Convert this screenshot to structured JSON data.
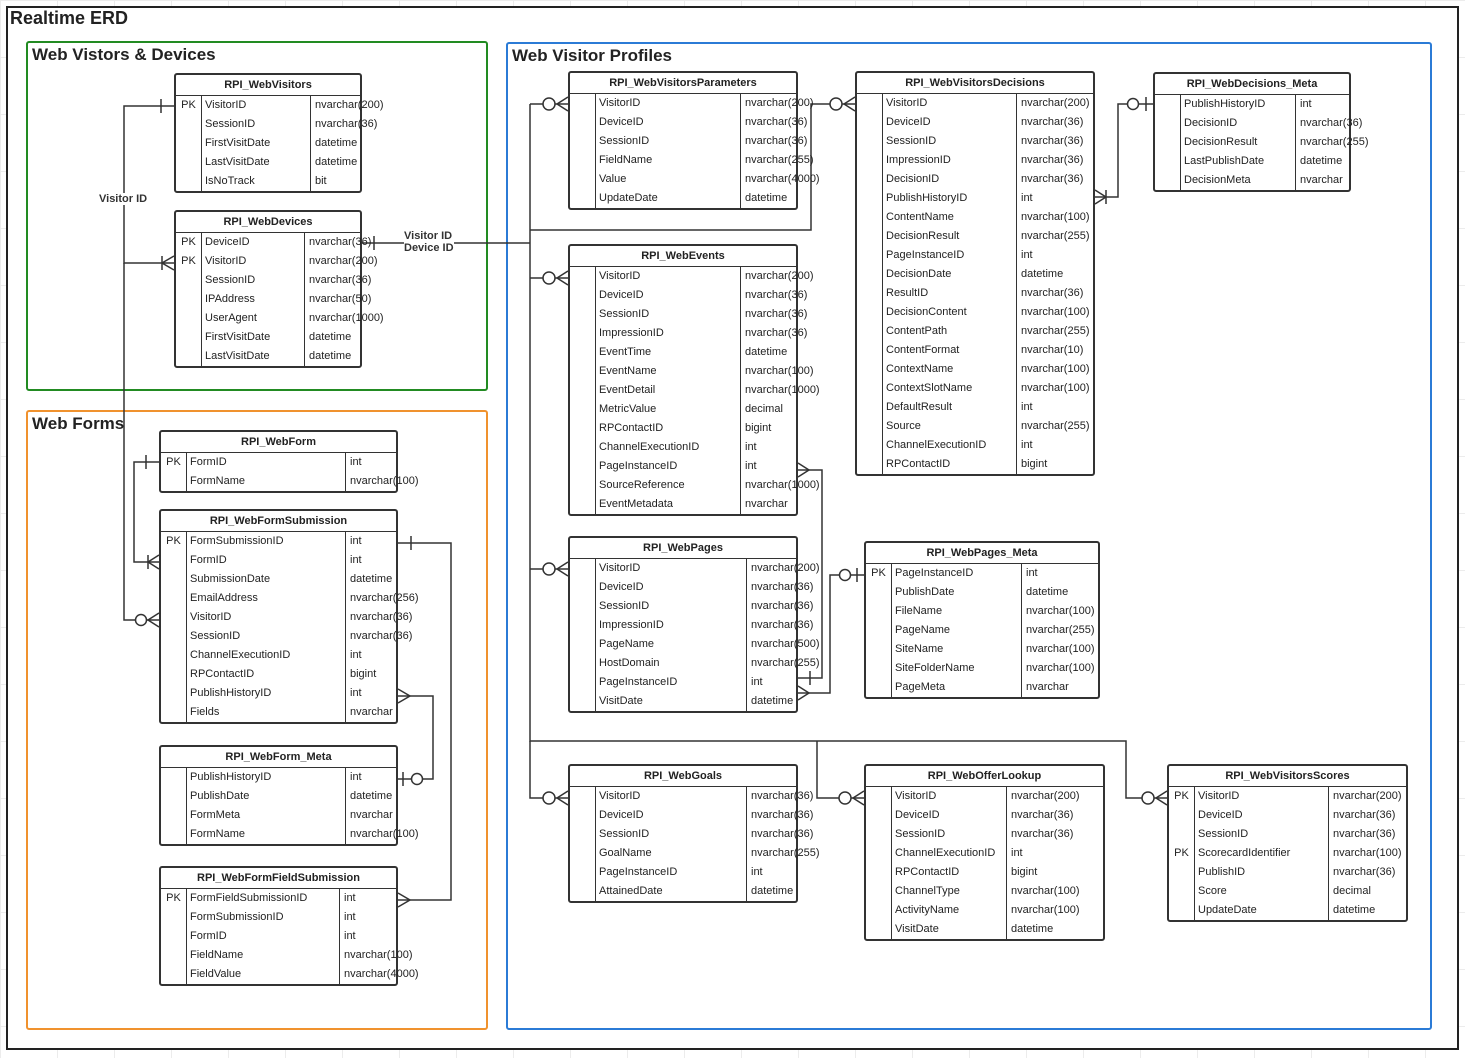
{
  "title": "Realtime ERD",
  "groups": {
    "visitors": "Web Vistors & Devices",
    "forms": "Web Forms",
    "profiles": "Web Visitor Profiles"
  },
  "colors": {
    "visitors": "#228b22",
    "forms": "#f0922e",
    "profiles": "#2b7bd6"
  },
  "labels": {
    "visitor_id": "Visitor ID",
    "visitor_id_2": "Visitor ID",
    "device_id": "Device ID"
  },
  "tables": {
    "web_visitors": {
      "name": "RPI_WebVisitors",
      "rows": [
        {
          "key": "PK",
          "field": "VisitorID",
          "type": "nvarchar(200)"
        },
        {
          "key": "",
          "field": "SessionID",
          "type": "nvarchar(36)"
        },
        {
          "key": "",
          "field": "FirstVisitDate",
          "type": "datetime"
        },
        {
          "key": "",
          "field": "LastVisitDate",
          "type": "datetime"
        },
        {
          "key": "",
          "field": "IsNoTrack",
          "type": "bit"
        }
      ]
    },
    "web_devices": {
      "name": "RPI_WebDevices",
      "rows": [
        {
          "key": "PK",
          "field": "DeviceID",
          "type": "nvarchar(36)"
        },
        {
          "key": "PK",
          "field": "VisitorID",
          "type": "nvarchar(200)"
        },
        {
          "key": "",
          "field": "SessionID",
          "type": "nvarchar(36)"
        },
        {
          "key": "",
          "field": "IPAddress",
          "type": "nvarchar(50)"
        },
        {
          "key": "",
          "field": "UserAgent",
          "type": "nvarchar(1000)"
        },
        {
          "key": "",
          "field": "FirstVisitDate",
          "type": "datetime"
        },
        {
          "key": "",
          "field": "LastVisitDate",
          "type": "datetime"
        }
      ]
    },
    "web_form": {
      "name": "RPI_WebForm",
      "rows": [
        {
          "key": "PK",
          "field": "FormID",
          "type": "int"
        },
        {
          "key": "",
          "field": "FormName",
          "type": "nvarchar(100)"
        }
      ]
    },
    "web_form_submission": {
      "name": "RPI_WebFormSubmission",
      "rows": [
        {
          "key": "PK",
          "field": "FormSubmissionID",
          "type": "int"
        },
        {
          "key": "",
          "field": "FormID",
          "type": "int"
        },
        {
          "key": "",
          "field": "SubmissionDate",
          "type": "datetime"
        },
        {
          "key": "",
          "field": "EmailAddress",
          "type": "nvarchar(256)"
        },
        {
          "key": "",
          "field": "VisitorID",
          "type": "nvarchar(36)"
        },
        {
          "key": "",
          "field": "SessionID",
          "type": "nvarchar(36)"
        },
        {
          "key": "",
          "field": "ChannelExecutionID",
          "type": "int"
        },
        {
          "key": "",
          "field": "RPContactID",
          "type": "bigint"
        },
        {
          "key": "",
          "field": "PublishHistoryID",
          "type": "int"
        },
        {
          "key": "",
          "field": "Fields",
          "type": "nvarchar"
        }
      ]
    },
    "web_form_meta": {
      "name": "RPI_WebForm_Meta",
      "rows": [
        {
          "key": "",
          "field": "PublishHistoryID",
          "type": "int"
        },
        {
          "key": "",
          "field": "PublishDate",
          "type": "datetime"
        },
        {
          "key": "",
          "field": "FormMeta",
          "type": "nvarchar"
        },
        {
          "key": "",
          "field": "FormName",
          "type": "nvarchar(100)"
        }
      ]
    },
    "web_form_field_submission": {
      "name": "RPI_WebFormFieldSubmission",
      "rows": [
        {
          "key": "PK",
          "field": "FormFieldSubmissionID",
          "type": "int"
        },
        {
          "key": "",
          "field": "FormSubmissionID",
          "type": "int"
        },
        {
          "key": "",
          "field": "FormID",
          "type": "int"
        },
        {
          "key": "",
          "field": "FieldName",
          "type": "nvarchar(100)"
        },
        {
          "key": "",
          "field": "FieldValue",
          "type": "nvarchar(4000)"
        }
      ]
    },
    "web_visitors_parameters": {
      "name": "RPI_WebVisitorsParameters",
      "rows": [
        {
          "key": "",
          "field": "VisitorID",
          "type": "nvarchar(200)"
        },
        {
          "key": "",
          "field": "DeviceID",
          "type": "nvarchar(36)"
        },
        {
          "key": "",
          "field": "SessionID",
          "type": "nvarchar(36)"
        },
        {
          "key": "",
          "field": "FieldName",
          "type": "nvarchar(255)"
        },
        {
          "key": "",
          "field": "Value",
          "type": "nvarchar(4000)"
        },
        {
          "key": "",
          "field": "UpdateDate",
          "type": "datetime"
        }
      ]
    },
    "web_events": {
      "name": "RPI_WebEvents",
      "rows": [
        {
          "key": "",
          "field": "VisitorID",
          "type": "nvarchar(200)"
        },
        {
          "key": "",
          "field": "DeviceID",
          "type": "nvarchar(36)"
        },
        {
          "key": "",
          "field": "SessionID",
          "type": "nvarchar(36)"
        },
        {
          "key": "",
          "field": "ImpressionID",
          "type": "nvarchar(36)"
        },
        {
          "key": "",
          "field": "EventTime",
          "type": "datetime"
        },
        {
          "key": "",
          "field": "EventName",
          "type": "nvarchar(100)"
        },
        {
          "key": "",
          "field": "EventDetail",
          "type": "nvarchar(1000)"
        },
        {
          "key": "",
          "field": "MetricValue",
          "type": "decimal"
        },
        {
          "key": "",
          "field": "RPContactID",
          "type": "bigint"
        },
        {
          "key": "",
          "field": "ChannelExecutionID",
          "type": "int"
        },
        {
          "key": "",
          "field": "PageInstanceID",
          "type": "int"
        },
        {
          "key": "",
          "field": "SourceReference",
          "type": "nvarchar(1000)"
        },
        {
          "key": "",
          "field": "EventMetadata",
          "type": "nvarchar"
        }
      ]
    },
    "web_pages": {
      "name": "RPI_WebPages",
      "rows": [
        {
          "key": "",
          "field": "VisitorID",
          "type": "nvarchar(200)"
        },
        {
          "key": "",
          "field": "DeviceID",
          "type": "nvarchar(36)"
        },
        {
          "key": "",
          "field": "SessionID",
          "type": "nvarchar(36)"
        },
        {
          "key": "",
          "field": "ImpressionID",
          "type": "nvarchar(36)"
        },
        {
          "key": "",
          "field": "PageName",
          "type": "nvarchar(500)"
        },
        {
          "key": "",
          "field": "HostDomain",
          "type": "nvarchar(255)"
        },
        {
          "key": "",
          "field": "PageInstanceID",
          "type": "int"
        },
        {
          "key": "",
          "field": "VisitDate",
          "type": "datetime"
        }
      ]
    },
    "web_goals": {
      "name": "RPI_WebGoals",
      "rows": [
        {
          "key": "",
          "field": "VisitorID",
          "type": "nvarchar(36)"
        },
        {
          "key": "",
          "field": "DeviceID",
          "type": "nvarchar(36)"
        },
        {
          "key": "",
          "field": "SessionID",
          "type": "nvarchar(36)"
        },
        {
          "key": "",
          "field": "GoalName",
          "type": "nvarchar(255)"
        },
        {
          "key": "",
          "field": "PageInstanceID",
          "type": "int"
        },
        {
          "key": "",
          "field": "AttainedDate",
          "type": "datetime"
        }
      ]
    },
    "web_visitors_decisions": {
      "name": "RPI_WebVisitorsDecisions",
      "rows": [
        {
          "key": "",
          "field": "VisitorID",
          "type": "nvarchar(200)"
        },
        {
          "key": "",
          "field": "DeviceID",
          "type": "nvarchar(36)"
        },
        {
          "key": "",
          "field": "SessionID",
          "type": "nvarchar(36)"
        },
        {
          "key": "",
          "field": "ImpressionID",
          "type": "nvarchar(36)"
        },
        {
          "key": "",
          "field": "DecisionID",
          "type": "nvarchar(36)"
        },
        {
          "key": "",
          "field": "PublishHistoryID",
          "type": "int"
        },
        {
          "key": "",
          "field": "ContentName",
          "type": "nvarchar(100)"
        },
        {
          "key": "",
          "field": "DecisionResult",
          "type": "nvarchar(255)"
        },
        {
          "key": "",
          "field": "PageInstanceID",
          "type": "int"
        },
        {
          "key": "",
          "field": "DecisionDate",
          "type": "datetime"
        },
        {
          "key": "",
          "field": "ResultID",
          "type": "nvarchar(36)"
        },
        {
          "key": "",
          "field": "DecisionContent",
          "type": "nvarchar(100)"
        },
        {
          "key": "",
          "field": "ContentPath",
          "type": "nvarchar(255)"
        },
        {
          "key": "",
          "field": "ContentFormat",
          "type": "nvarchar(10)"
        },
        {
          "key": "",
          "field": "ContextName",
          "type": "nvarchar(100)"
        },
        {
          "key": "",
          "field": "ContextSlotName",
          "type": "nvarchar(100)"
        },
        {
          "key": "",
          "field": "DefaultResult",
          "type": "int"
        },
        {
          "key": "",
          "field": "Source",
          "type": "nvarchar(255)"
        },
        {
          "key": "",
          "field": "ChannelExecutionID",
          "type": "int"
        },
        {
          "key": "",
          "field": "RPContactID",
          "type": "bigint"
        }
      ]
    },
    "web_decisions_meta": {
      "name": "RPI_WebDecisions_Meta",
      "rows": [
        {
          "key": "",
          "field": "PublishHistoryID",
          "type": "int"
        },
        {
          "key": "",
          "field": "DecisionID",
          "type": "nvarchar(36)"
        },
        {
          "key": "",
          "field": "DecisionResult",
          "type": "nvarchar(255)"
        },
        {
          "key": "",
          "field": "LastPublishDate",
          "type": "datetime"
        },
        {
          "key": "",
          "field": "DecisionMeta",
          "type": "nvarchar"
        }
      ]
    },
    "web_pages_meta": {
      "name": "RPI_WebPages_Meta",
      "rows": [
        {
          "key": "PK",
          "field": "PageInstanceID",
          "type": "int"
        },
        {
          "key": "",
          "field": "PublishDate",
          "type": "datetime"
        },
        {
          "key": "",
          "field": "FileName",
          "type": "nvarchar(100)"
        },
        {
          "key": "",
          "field": "PageName",
          "type": "nvarchar(255)"
        },
        {
          "key": "",
          "field": "SiteName",
          "type": "nvarchar(100)"
        },
        {
          "key": "",
          "field": "SiteFolderName",
          "type": "nvarchar(100)"
        },
        {
          "key": "",
          "field": "PageMeta",
          "type": "nvarchar"
        }
      ]
    },
    "web_offer_lookup": {
      "name": "RPI_WebOfferLookup",
      "rows": [
        {
          "key": "",
          "field": "VisitorID",
          "type": "nvarchar(200)"
        },
        {
          "key": "",
          "field": "DeviceID",
          "type": "nvarchar(36)"
        },
        {
          "key": "",
          "field": "SessionID",
          "type": "nvarchar(36)"
        },
        {
          "key": "",
          "field": "ChannelExecutionID",
          "type": "int"
        },
        {
          "key": "",
          "field": "RPContactID",
          "type": "bigint"
        },
        {
          "key": "",
          "field": "ChannelType",
          "type": "nvarchar(100)"
        },
        {
          "key": "",
          "field": "ActivityName",
          "type": "nvarchar(100)"
        },
        {
          "key": "",
          "field": "VisitDate",
          "type": "datetime"
        }
      ]
    },
    "web_visitors_scores": {
      "name": "RPI_WebVisitorsScores",
      "rows": [
        {
          "key": "PK",
          "field": "VisitorID",
          "type": "nvarchar(200)"
        },
        {
          "key": "",
          "field": "DeviceID",
          "type": "nvarchar(36)"
        },
        {
          "key": "",
          "field": "SessionID",
          "type": "nvarchar(36)"
        },
        {
          "key": "PK",
          "field": "ScorecardIdentifier",
          "type": "nvarchar(100)"
        },
        {
          "key": "",
          "field": "PublishID",
          "type": "nvarchar(36)"
        },
        {
          "key": "",
          "field": "Score",
          "type": "decimal"
        },
        {
          "key": "",
          "field": "UpdateDate",
          "type": "datetime"
        }
      ]
    }
  }
}
